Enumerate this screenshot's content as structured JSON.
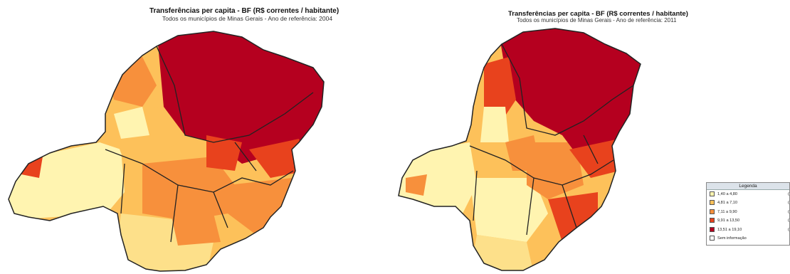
{
  "maps": [
    {
      "title": "Transferências per capita - BF (R$ correntes / habitante)",
      "subtitle": "Todos os municípios de Minas Gerais - Ano de referência: 2004"
    },
    {
      "title": "Transferências per capita - BF (R$ correntes / habitante)",
      "subtitle": "Todos os municípios de Minas Gerais - Ano de referência: 2011"
    }
  ],
  "legend": {
    "title": "Legenda",
    "items": [
      {
        "label": "1,40 a 4,80",
        "color": "#fff4b0",
        "count": "("
      },
      {
        "label": "4,81 a 7,10",
        "color": "#fdc15a",
        "count": "("
      },
      {
        "label": "7,11 a 9,90",
        "color": "#f7903c",
        "count": "("
      },
      {
        "label": "9,91 a 13,50",
        "color": "#e8421d",
        "count": "("
      },
      {
        "label": "13,51 a 19,10",
        "color": "#b5001f",
        "count": "("
      },
      {
        "label": "Sem informação",
        "color": "#ffffff",
        "count": ""
      }
    ]
  }
}
